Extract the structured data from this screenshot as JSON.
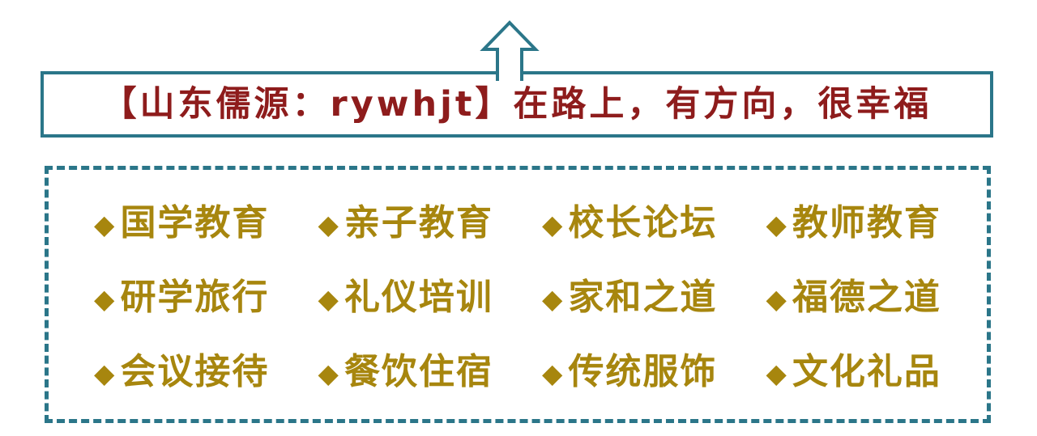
{
  "colors": {
    "teal": "#2b7689",
    "red": "#8e1c1c",
    "gold": "#a7860e"
  },
  "icons": {
    "arrow": "up-arrow",
    "bullet": "diamond"
  },
  "banner": {
    "title": "【山东儒源：rywhjt】在路上，有方向，很幸福"
  },
  "menu": {
    "bullet": "◆",
    "items": [
      "国学教育",
      "亲子教育",
      "校长论坛",
      "教师教育",
      "研学旅行",
      "礼仪培训",
      "家和之道",
      "福德之道",
      "会议接待",
      "餐饮住宿",
      "传统服饰",
      "文化礼品"
    ]
  }
}
